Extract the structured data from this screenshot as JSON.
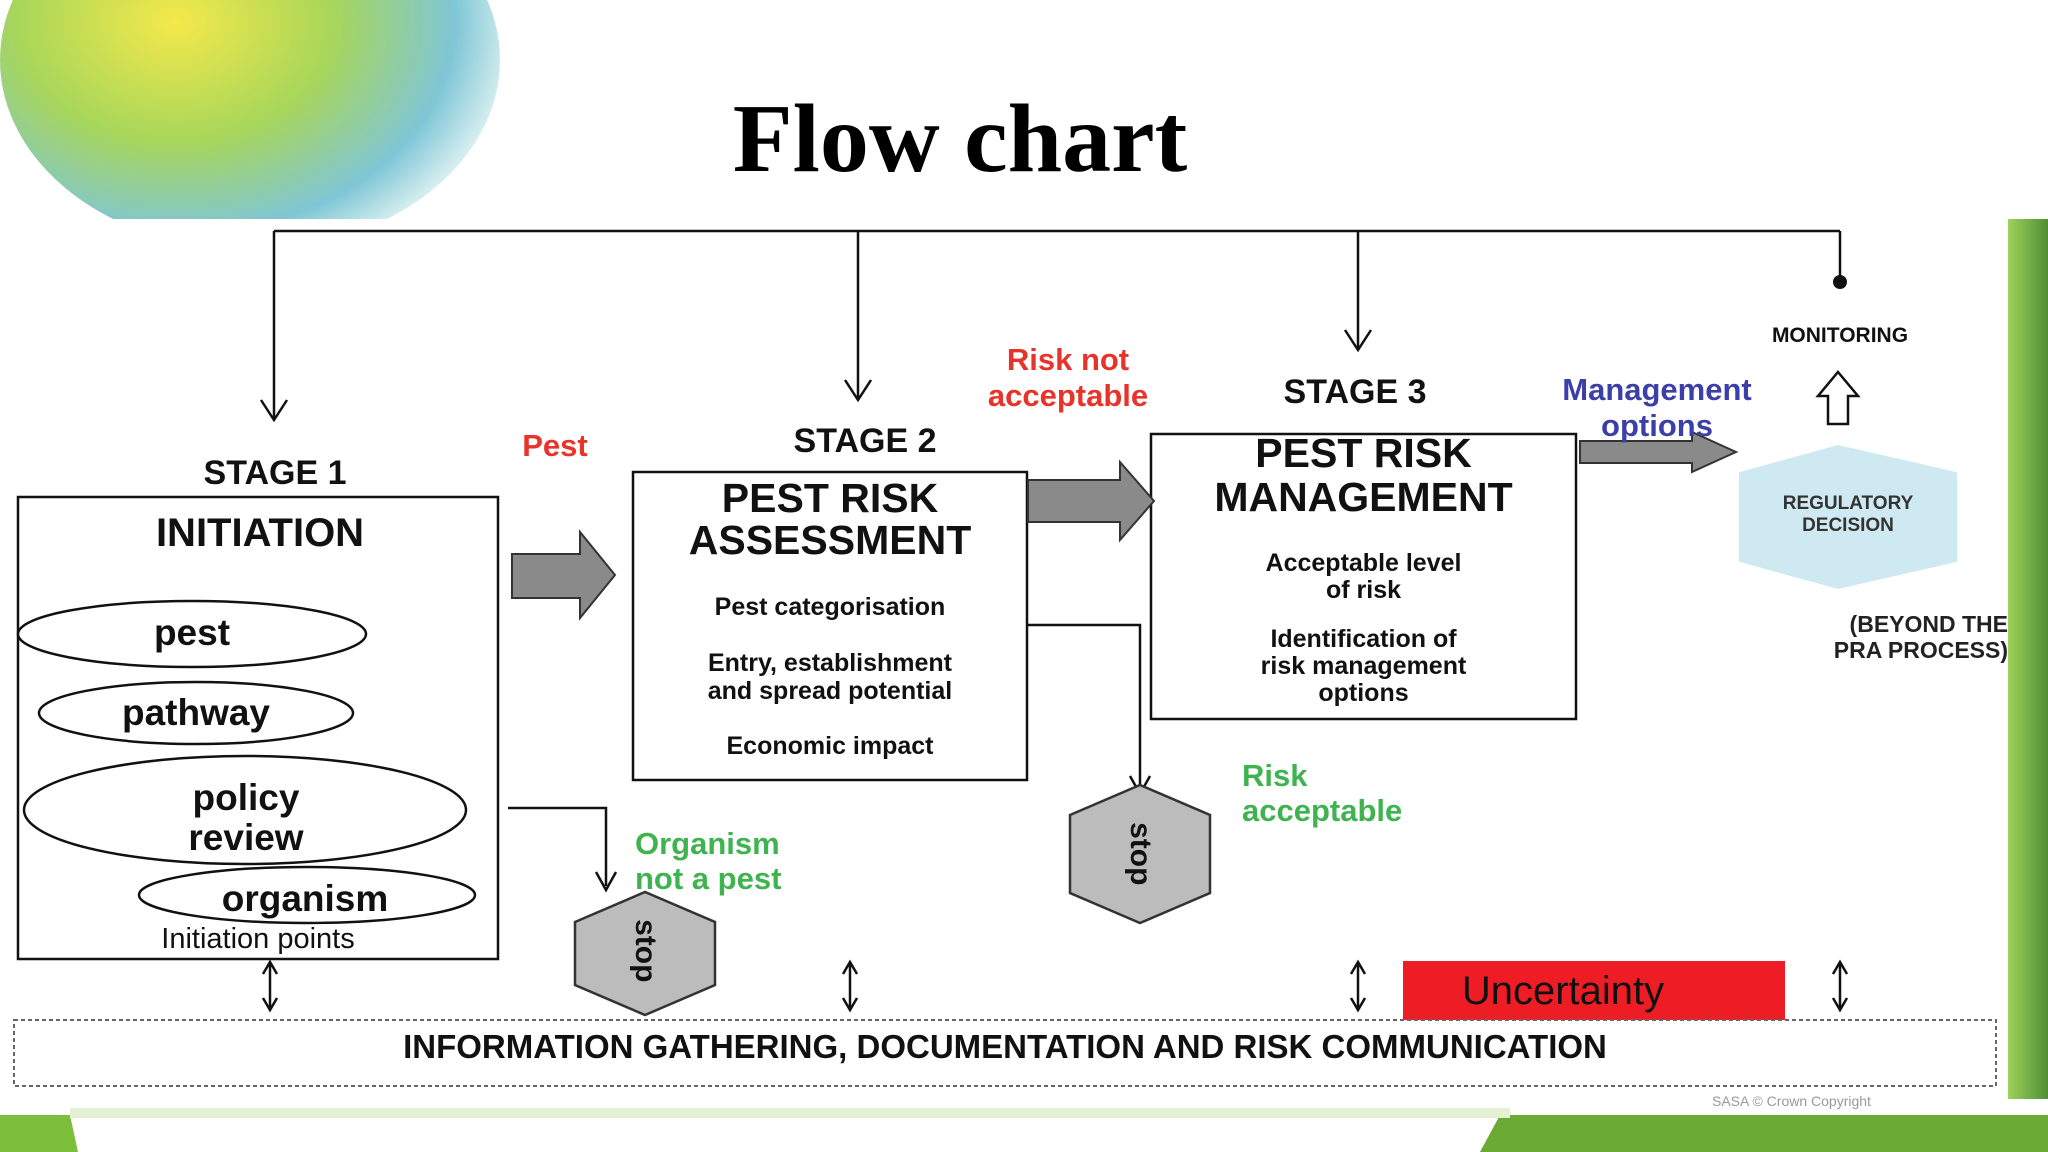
{
  "title": "Flow chart",
  "labels": {
    "monitoring": "MONITORING",
    "stage1": "STAGE 1",
    "stage2": "STAGE 2",
    "stage3": "STAGE 3",
    "pest": "Pest",
    "risk_not_acceptable_1": "Risk not",
    "risk_not_acceptable_2": "acceptable",
    "management_options_1": "Management",
    "management_options_2": "options",
    "risk_acceptable_1": "Risk",
    "risk_acceptable_2": "acceptable",
    "organism_not_pest_1": "Organism",
    "organism_not_pest_2": "not a pest",
    "beyond_1": "(BEYOND THE",
    "beyond_2": "PRA PROCESS)",
    "uncertainty": "Uncertainty",
    "copyright": "SASA © Crown Copyright"
  },
  "initiation": {
    "title": "INITIATION",
    "items": [
      "pest",
      "pathway",
      "policy",
      "review",
      "organism"
    ],
    "footer": "Initiation points"
  },
  "assessment": {
    "title_1": "PEST RISK",
    "title_2": "ASSESSMENT",
    "line1": "Pest categorisation",
    "line2a": "Entry, establishment",
    "line2b": "and spread potential",
    "line3": "Economic impact"
  },
  "management": {
    "title_1": "PEST RISK",
    "title_2": "MANAGEMENT",
    "line1a": "Acceptable level",
    "line1b": "of risk",
    "line2a": "Identification of",
    "line2b": "risk management",
    "line2c": "options"
  },
  "regulatory": {
    "line1": "REGULATORY",
    "line2": "DECISION"
  },
  "stop_label": "stop",
  "bottom_bar": "INFORMATION GATHERING, DOCUMENTATION AND RISK COMMUNICATION",
  "colors": {
    "red_label": "#e8332a",
    "green_label": "#3fb34f",
    "blue_label": "#3b3fa8",
    "uncertainty_bg": "#ee1c25",
    "hexagon_fill": "#bcbcbc",
    "regulatory_fill": "#cfe9f2",
    "arrow_fill": "#8a8a8a"
  }
}
